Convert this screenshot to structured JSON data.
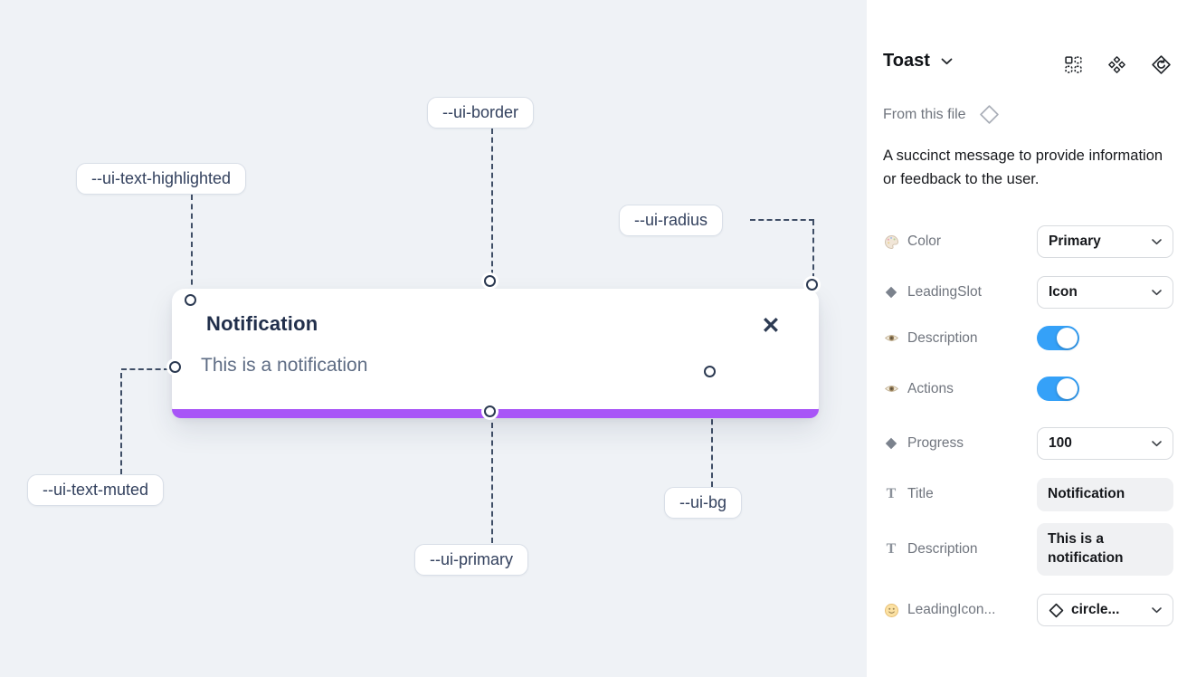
{
  "canvas": {
    "toast": {
      "title": "Notification",
      "description": "This is a notification",
      "close_glyph": "✕"
    },
    "labels": [
      {
        "text": "--ui-text-highlighted"
      },
      {
        "text": "--ui-border"
      },
      {
        "text": "--ui-radius"
      },
      {
        "text": "--ui-text-muted"
      },
      {
        "text": "--ui-primary"
      },
      {
        "text": "--ui-bg"
      }
    ]
  },
  "panel": {
    "component_name": "Toast",
    "source_label": "From this file",
    "description": "A succinct message to provide information or feedback to the user.",
    "properties": {
      "color": {
        "label": "Color",
        "value": "Primary"
      },
      "leading_slot": {
        "label": "LeadingSlot",
        "value": "Icon"
      },
      "show_description": {
        "label": "Description",
        "state": "on"
      },
      "show_actions": {
        "label": "Actions",
        "state": "on"
      },
      "progress": {
        "label": "Progress",
        "value": "100"
      },
      "title": {
        "label": "Title",
        "value": "Notification"
      },
      "description_text": {
        "label": "Description",
        "value": "This is a notification"
      },
      "leading_icon": {
        "label": "LeadingIcon...",
        "value": "circle..."
      }
    }
  },
  "icons": {
    "text_glyph": "T"
  },
  "colors": {
    "toast_progress_purple": "#a855f7",
    "toggle_on_blue": "#35a1f8",
    "canvas_background": "#eff2f6",
    "callout_line": "#3f4e66"
  }
}
